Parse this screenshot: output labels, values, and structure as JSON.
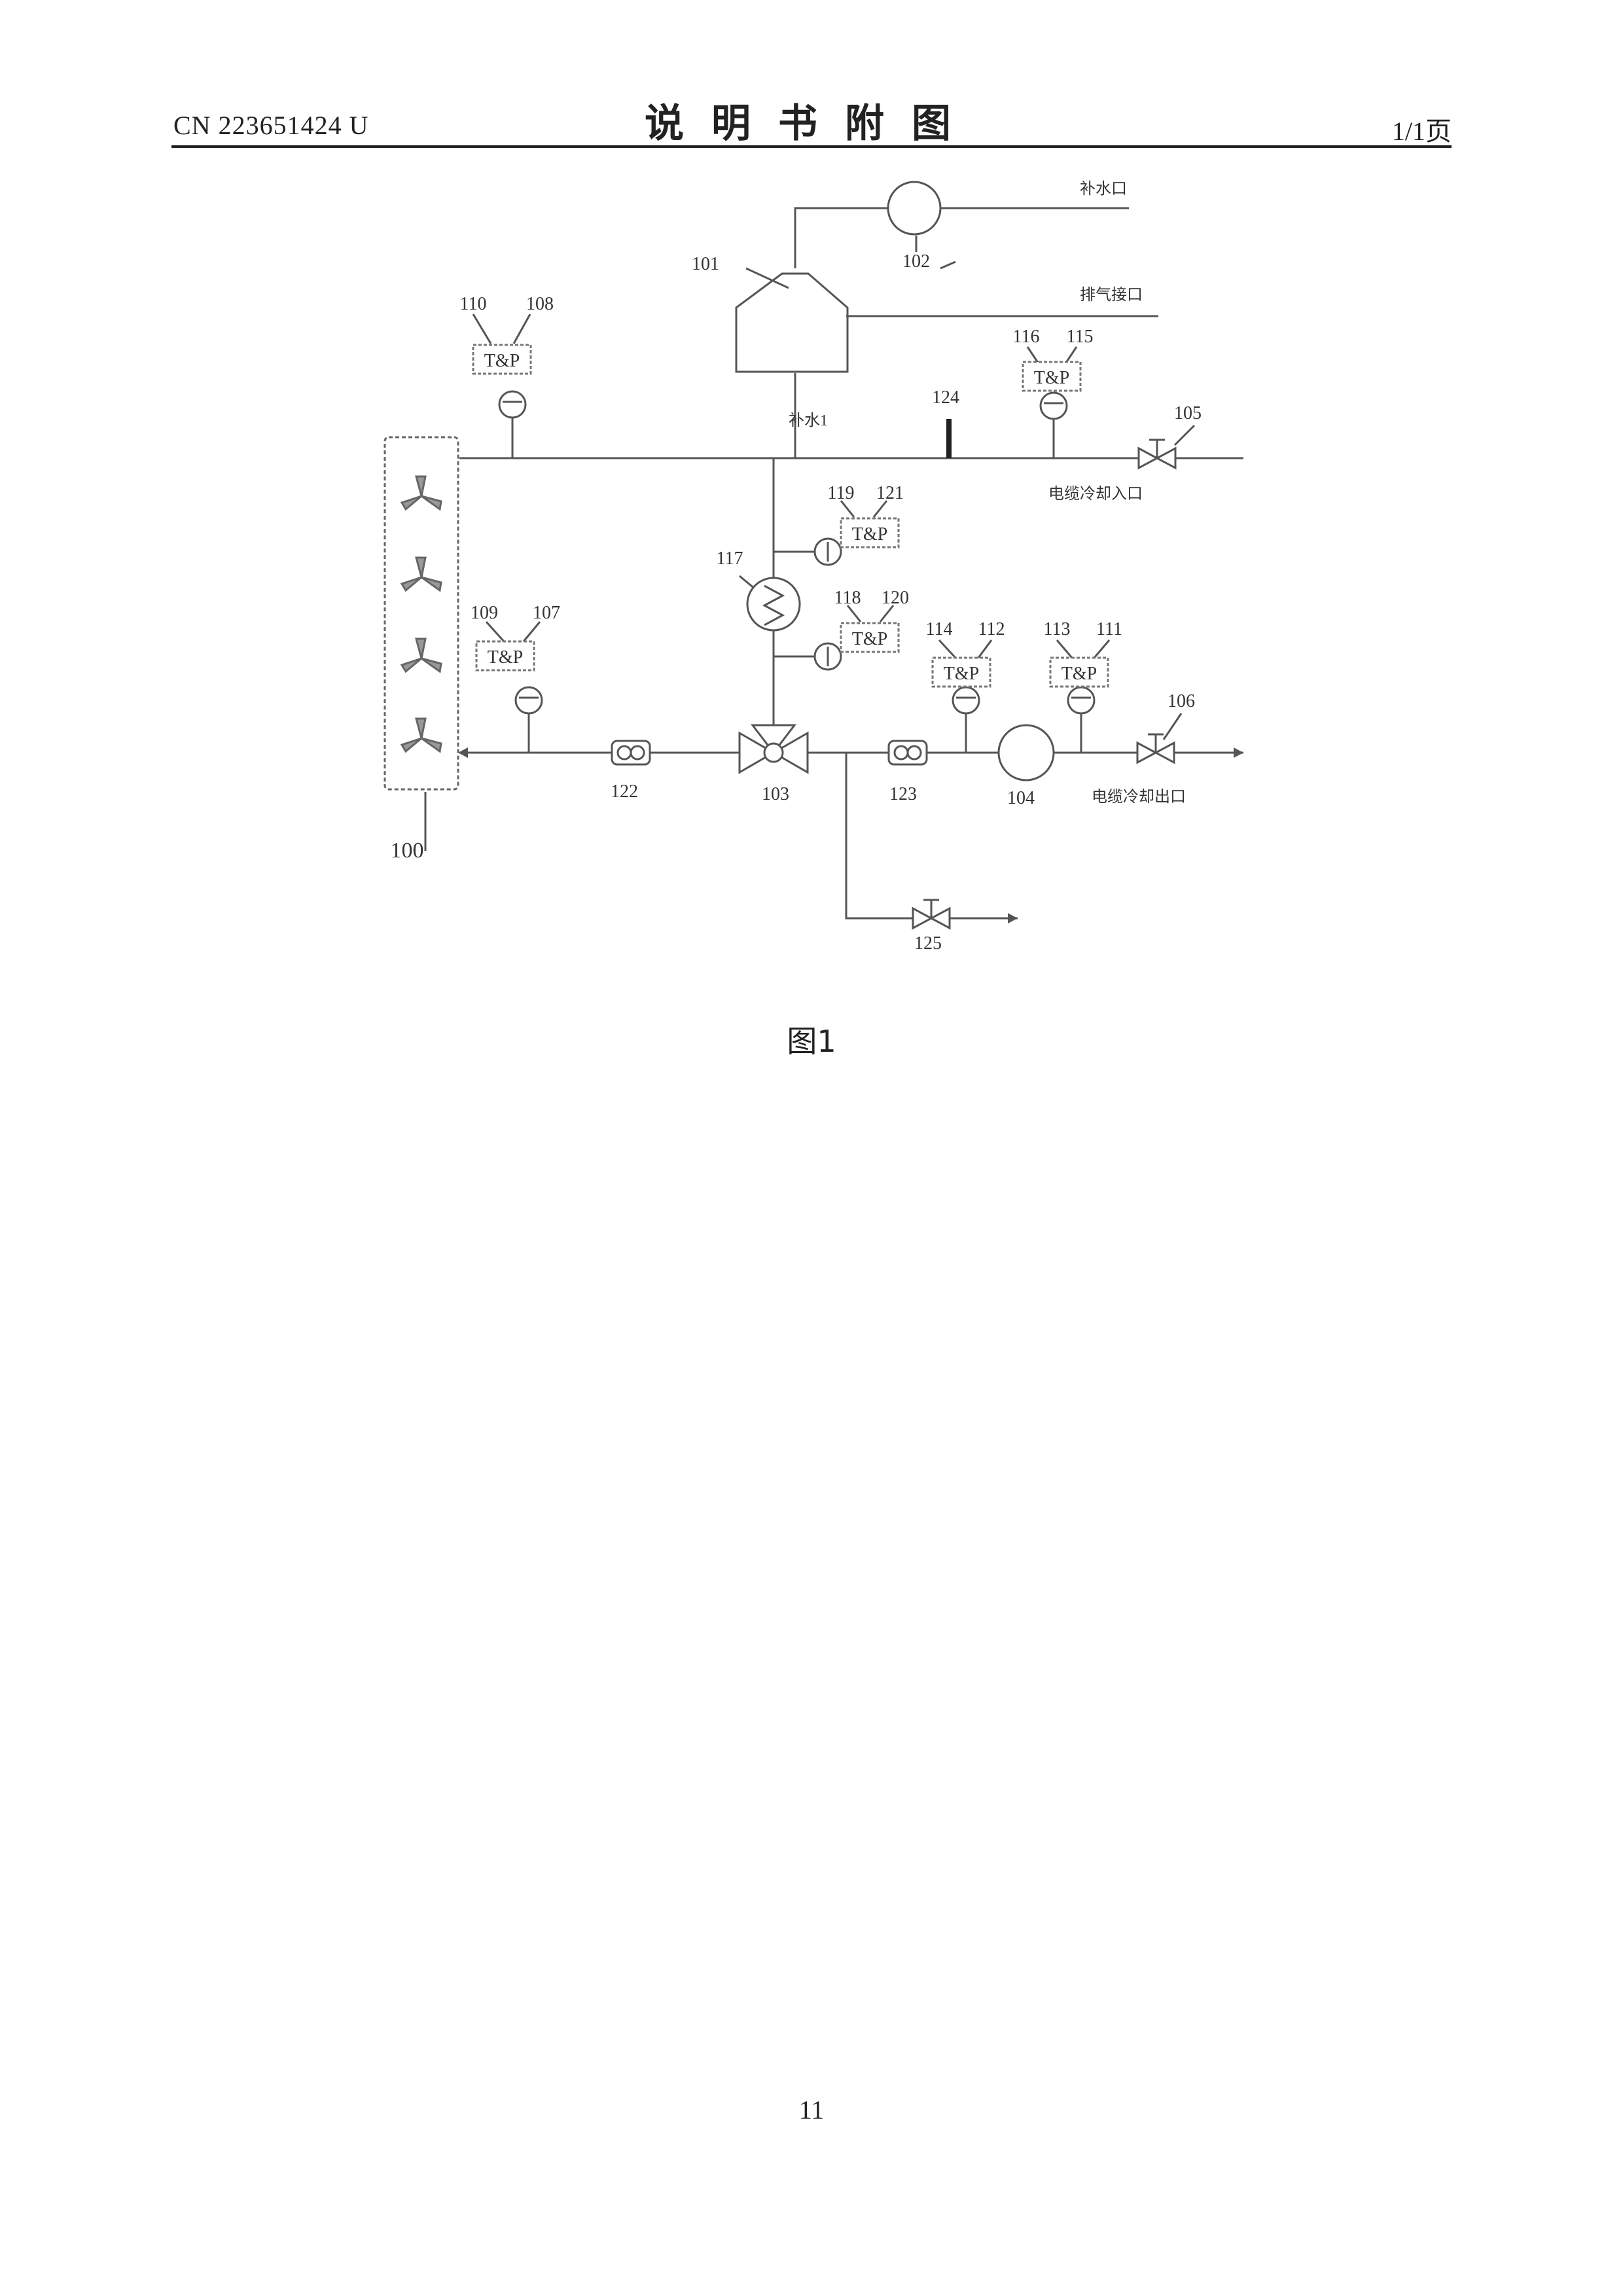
{
  "header": {
    "doc_number": "CN 223651424 U",
    "section_title": "说明书附图",
    "page_label": "1/1页"
  },
  "diagram": {
    "caption": "图1",
    "tp_label": "T&P",
    "labels": {
      "fan_array": "100",
      "tank": "101",
      "top_pump": "102",
      "three_way_valve": "103",
      "main_pump": "104",
      "inlet_valve": "105",
      "outlet_valve": "106",
      "tp_107": "107",
      "tp_108": "108",
      "gauge_109": "109",
      "gauge_110": "110",
      "tp_111": "111",
      "tp_112": "112",
      "gauge_113": "113",
      "gauge_114": "114",
      "tp_115": "115",
      "gauge_116": "116",
      "heater": "117",
      "gauge_118": "118",
      "gauge_119": "119",
      "tp_120": "120",
      "tp_121": "121",
      "flow_122": "122",
      "flow_123": "123",
      "marker_124": "124",
      "drain_valve": "125"
    },
    "chinese_labels": {
      "top_inlet": "补水口",
      "exhaust": "排气接口",
      "makeup": "补水1",
      "cable_inlet": "电缆冷却入口",
      "cable_outlet": "电缆冷却出口"
    }
  },
  "footer": {
    "page_number": "11"
  }
}
